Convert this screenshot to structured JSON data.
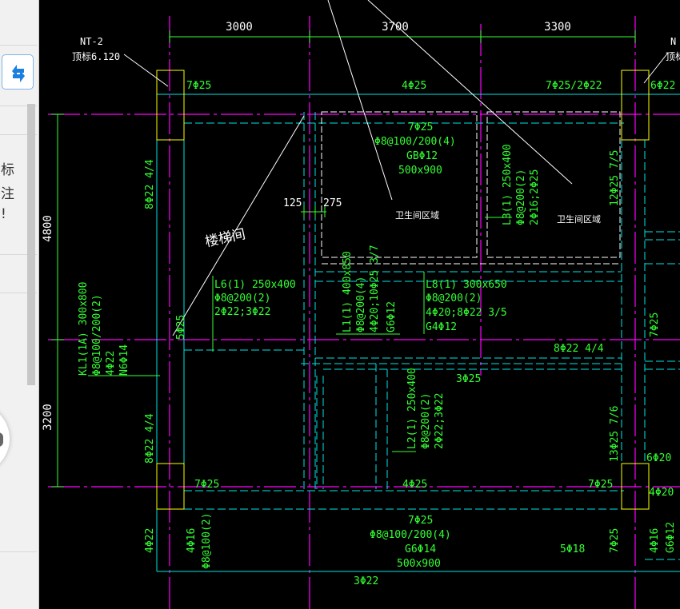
{
  "sidebar": {
    "chars": [
      "标",
      "注",
      "!"
    ],
    "icon": "sync-arrows-icon"
  },
  "drawing": {
    "colors": {
      "background": "#000000",
      "grid": "#ff00ff",
      "beam": "#00e5e5",
      "rebar_text": "#33ff33",
      "column": "#ffff00",
      "annotation": "#ffffff"
    },
    "dimensions": {
      "top": [
        "3000",
        "3700",
        "3300"
      ],
      "left": [
        "4800",
        "3200"
      ],
      "cut_a": "125",
      "cut_b": "275"
    },
    "marks": {
      "nt_left_1": "NT-2",
      "nt_left_2": "顶标6.120",
      "nt_right_1": "N",
      "nt_right_2": "顶标"
    },
    "labels": {
      "stair": "楼梯间",
      "bath_1": "卫生间区域",
      "bath_2": "卫生间区域"
    },
    "rebar": {
      "top_1": "7Φ25",
      "top_2": "4Φ25",
      "top_3": "7Φ25/2Φ22",
      "top_4": "6Φ22",
      "gb_1": "7Φ25",
      "gb_2": "Φ8@100/200(4)",
      "gb_3": "GBΦ12",
      "gb_4": "500x900",
      "l3_1": "L3(1) 250x400",
      "l3_2": "Φ8@200(2)",
      "l3_3": "2Φ16;2Φ25",
      "right_top": "12Φ25 7/5",
      "left_top": "8Φ22 4/4",
      "l6_1": "L6(1) 250x400",
      "l6_2": "Φ8@200(2)",
      "l6_3": "2Φ22;3Φ22",
      "l1_1": "L1(1) 400x850",
      "l1_2": "Φ8@200(4)",
      "l1_3": "4Φ20;10Φ25 3/7",
      "l1_4": "G6Φ12",
      "l8_1": "L8(1) 300x650",
      "l8_2": "Φ8@200(2)",
      "l8_3": "4Φ20;8Φ22 3/5",
      "l8_4": "G4Φ12",
      "kl_1": "KL1(1A) 300x800",
      "kl_2": "Φ8@100/200(2)",
      "kl_3": "4Φ22",
      "kl_4": "N6Φ14",
      "stair_5": "5Φ25",
      "mid_1": "8Φ22 4/4",
      "right_mid": "7Φ25",
      "mid_2": "3Φ25",
      "l2_1": "L2(1) 250x400",
      "l2_2": "Φ8@200(2)",
      "l2_3": "2Φ22;3Φ22",
      "left_bot": "8Φ22 4/4",
      "right_bot": "13Φ25 7/6",
      "right_6": "6Φ20",
      "bot_1": "7Φ25",
      "bot_2": "4Φ25",
      "bot_3": "7Φ25",
      "right_4": "4Φ20",
      "bb_1": "7Φ25",
      "bb_2": "Φ8@100/200(4)",
      "bb_3": "G6Φ14",
      "bb_4": "500x900",
      "b5": "5Φ18",
      "b3": "3Φ22",
      "lb_1": "4Φ22",
      "lb_2": "4Φ16",
      "lb_3": "Φ8@100(2)",
      "rb_1": "7Φ25",
      "rb_2": "4Φ16",
      "rb_3": "G6Φ12"
    }
  }
}
